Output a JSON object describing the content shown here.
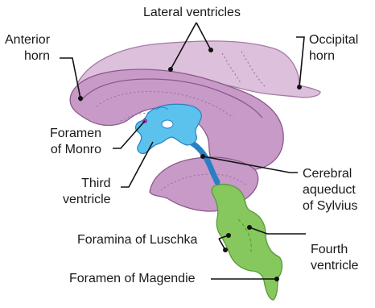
{
  "labels": {
    "lateral_ventricles": "Lateral ventricles",
    "anterior_horn": [
      "Anterior",
      "horn"
    ],
    "occipital_horn": [
      "Occipital",
      "horn"
    ],
    "foramen_of_monro": [
      "Foramen",
      "of Monro"
    ],
    "third_ventricle": [
      "Third",
      "ventricle"
    ],
    "cerebral_aqueduct": [
      "Cerebral",
      "aqueduct",
      "of Sylvius"
    ],
    "foramina_of_luschka": "Foramina of Luschka",
    "fourth_ventricle": [
      "Fourth",
      "ventricle"
    ],
    "foramen_of_magendie": "Foramen of Magendie"
  },
  "colors": {
    "lateral_light": "#dcc0dc",
    "lateral_mid": "#c89ac8",
    "lateral_dark": "#b583b5",
    "outline": "#8a5a8a",
    "third_ventricle": "#5bc2ee",
    "aqueduct": "#2a7fc4",
    "fourth_ventricle": "#86c75e",
    "fourth_outline": "#5a9a3a",
    "leader": "#111111"
  }
}
